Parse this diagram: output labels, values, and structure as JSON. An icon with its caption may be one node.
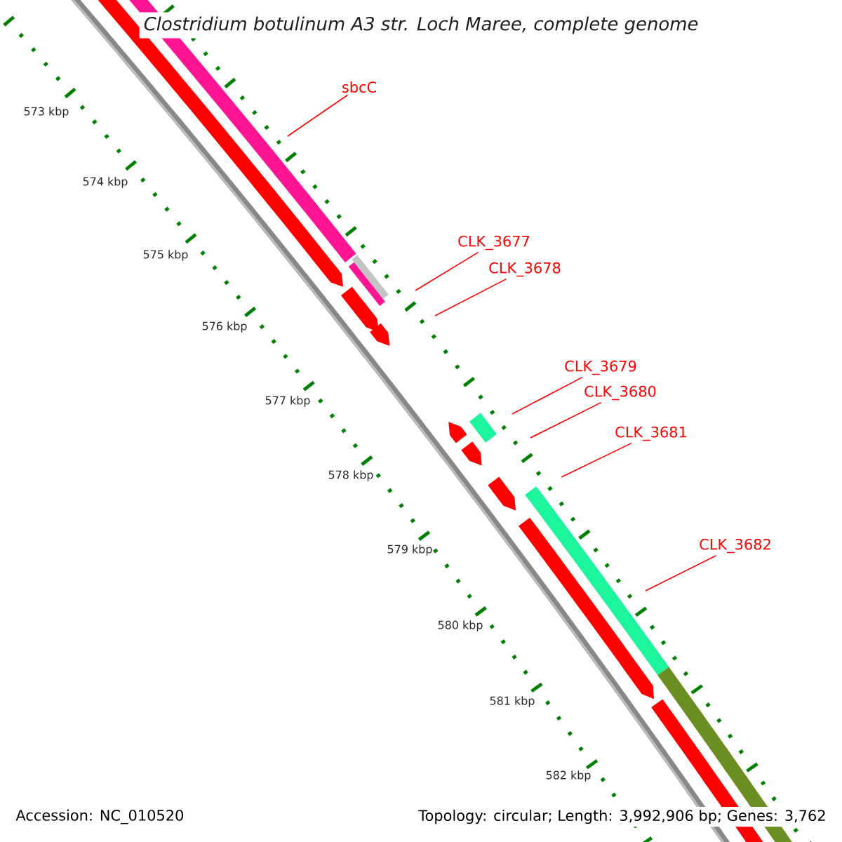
{
  "diagram": {
    "title": "Clostridium botulinum A3 str. Loch Maree, complete genome",
    "nodes": [
      {
        "text": [
          "sbcC"
        ]
      },
      {
        "text": [
          "CLK_3677"
        ]
      },
      {
        "text": [
          "CLK_3678"
        ]
      },
      {
        "text": [
          "CLK_3679"
        ]
      },
      {
        "text": [
          "CLK_3680"
        ]
      },
      {
        "text": [
          "CLK_3681"
        ]
      },
      {
        "text": [
          "CLK_3682"
        ]
      }
    ],
    "edges": [
      {
        "from": 0,
        "to": null,
        "arrow": "none"
      },
      {
        "from": 1,
        "to": null,
        "arrow": "none"
      },
      {
        "from": 2,
        "to": null,
        "arrow": "none"
      },
      {
        "from": 3,
        "to": null,
        "arrow": "none"
      },
      {
        "from": 4,
        "to": null,
        "arrow": "none"
      },
      {
        "from": 5,
        "to": null,
        "arrow": "none"
      },
      {
        "from": 6,
        "to": null,
        "arrow": "none"
      }
    ],
    "labels": [
      "573 kbp",
      "574 kbp",
      "575 kbp",
      "576 kbp",
      "577 kbp",
      "578 kbp",
      "579 kbp",
      "580 kbp",
      "581 kbp",
      "582 kbp",
      "Accession: NC_010520",
      "Topology: circular; Length: 3,992,906 bp; Genes: 3,762"
    ]
  }
}
